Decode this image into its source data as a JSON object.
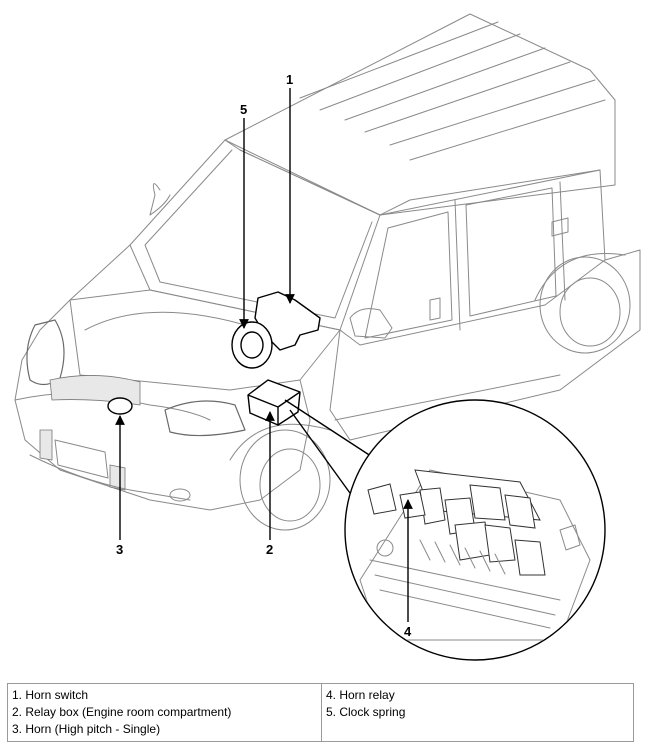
{
  "callouts": {
    "c1": "1",
    "c2": "2",
    "c3": "3",
    "c4": "4",
    "c5": "5"
  },
  "legend": {
    "left": [
      "1. Horn switch",
      "2. Relay box (Engine room compartment)",
      "3. Horn (High pitch - Single)"
    ],
    "right": [
      "4. Horn relay",
      "5. Clock spring"
    ]
  }
}
